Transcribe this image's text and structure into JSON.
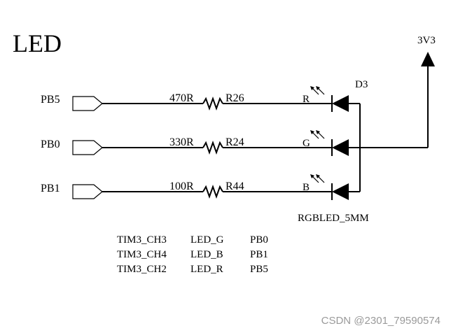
{
  "diagram": {
    "title": "LED",
    "power_label": "3V3",
    "led_designator": "D3",
    "led_part": "RGBLED_5MM",
    "channels": [
      {
        "port": "PB5",
        "value": "470R",
        "ref": "R26",
        "pin": "R"
      },
      {
        "port": "PB0",
        "value": "330R",
        "ref": "R24",
        "pin": "G"
      },
      {
        "port": "PB1",
        "value": "100R",
        "ref": "R44",
        "pin": "B"
      }
    ],
    "mapping_table": [
      [
        "TIM3_CH3",
        "LED_G",
        "PB0"
      ],
      [
        "TIM3_CH4",
        "LED_B",
        "PB1"
      ],
      [
        "TIM3_CH2",
        "LED_R",
        "PB5"
      ]
    ],
    "watermark": "CSDN @2301_79590574"
  }
}
